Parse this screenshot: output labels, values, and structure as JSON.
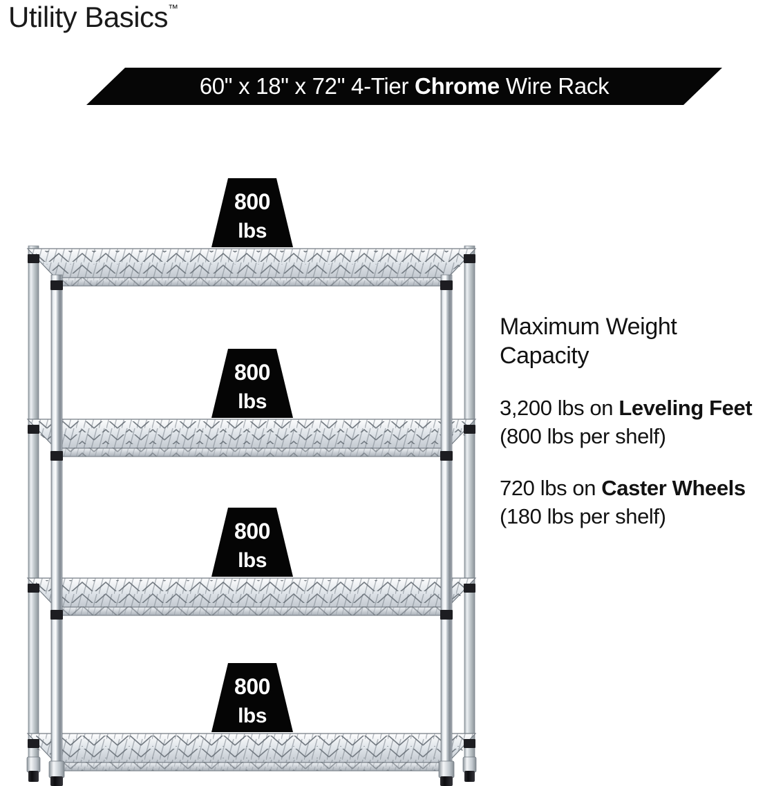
{
  "brand": {
    "name": "Utility Basics",
    "trademark": "™"
  },
  "banner": {
    "dimensions": "60\" x 18\" x 72\"",
    "tier": "4-Tier",
    "material": "Chrome",
    "product": "Wire Rack",
    "full_text": "60\" x 18\" x 72\" 4-Tier Chrome Wire Rack",
    "background_color": "#060606",
    "text_color": "#ffffff"
  },
  "product": {
    "type": "4-tier chrome wire shelving rack",
    "shelf_count": 4,
    "finish": "chrome",
    "feet_type": "leveling feet"
  },
  "badges": [
    {
      "number": "800",
      "unit": "lbs"
    },
    {
      "number": "800",
      "unit": "lbs"
    },
    {
      "number": "800",
      "unit": "lbs"
    },
    {
      "number": "800",
      "unit": "lbs"
    }
  ],
  "specs": {
    "heading_line1": "Maximum Weight",
    "heading_line2": "Capacity",
    "leveling": {
      "total": "3,200 lbs",
      "on": " lbs on ",
      "prefix": "3,200",
      "bold": "Leveling Feet",
      "suffix": " (800 lbs per shelf)",
      "per_shelf": "800 lbs per shelf"
    },
    "caster": {
      "total": "720 lbs",
      "prefix": "720",
      "bold": "Caster Wheels",
      "suffix": " (180 lbs per shelf)",
      "per_shelf": "180 lbs per shelf"
    }
  },
  "colors": {
    "background": "#ffffff",
    "text": "#121212",
    "badge_fill": "#050505",
    "chrome_light": "#f2f4f6",
    "chrome_mid": "#b9bfc6",
    "chrome_dark": "#6e757d",
    "collar": "#1f1f22"
  }
}
